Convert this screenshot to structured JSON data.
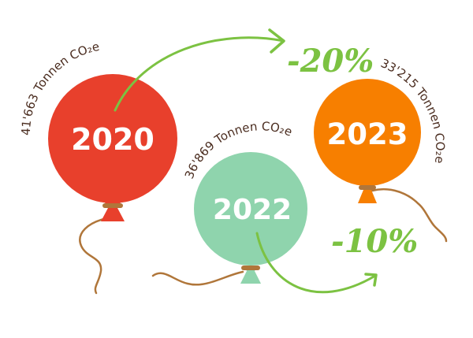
{
  "colors": {
    "balloon_2020": "#e8402c",
    "balloon_2022": "#8fd4ad",
    "balloon_2023": "#f77f00",
    "string": "#b0763a",
    "arrow": "#7cc242",
    "text_dark": "#4a2c1f",
    "text_light": "#ffffff"
  },
  "balloons": [
    {
      "year": "2020",
      "emission": "41'663 Tonnen CO₂e"
    },
    {
      "year": "2022",
      "emission": "36'869 Tonnen CO₂e"
    },
    {
      "year": "2023",
      "emission": "33'215 Tonnen CO₂e"
    }
  ],
  "changes": [
    {
      "label": "-20%",
      "from": "2020",
      "to": "2023"
    },
    {
      "label": "-10%",
      "from": "2022",
      "to": "2023"
    }
  ]
}
